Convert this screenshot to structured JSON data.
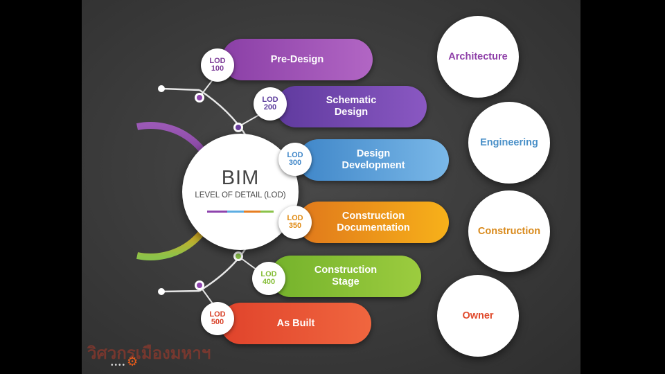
{
  "hub": {
    "title": "BIM",
    "subtitle": "LEVEL OF DETAIL (LOD)"
  },
  "levels": [
    {
      "lod_label": "LOD",
      "lod_number": "100",
      "stage": "Pre-Design",
      "color": "#9b4fb0"
    },
    {
      "lod_label": "LOD",
      "lod_number": "200",
      "stage": "Schematic\nDesign",
      "color": "#7a4cb6"
    },
    {
      "lod_label": "LOD",
      "lod_number": "300",
      "stage": "Design\nDevelopment",
      "color": "#4f97d6"
    },
    {
      "lod_label": "LOD",
      "lod_number": "350",
      "stage": "Construction\nDocumentation",
      "color": "#ef9515"
    },
    {
      "lod_label": "LOD",
      "lod_number": "400",
      "stage": "Construction\nStage",
      "color": "#84bd35"
    },
    {
      "lod_label": "LOD",
      "lod_number": "500",
      "stage": "As Built",
      "color": "#ea5337"
    }
  ],
  "roles": [
    {
      "label": "Architecture",
      "color": "#8e3fa8"
    },
    {
      "label": "Engineering",
      "color": "#4a90c8"
    },
    {
      "label": "Construction",
      "color": "#d98a1c"
    },
    {
      "label": "Owner",
      "color": "#e04a2c"
    }
  ],
  "watermark": {
    "text": "วิศวกรเมืองมหาฯ"
  }
}
